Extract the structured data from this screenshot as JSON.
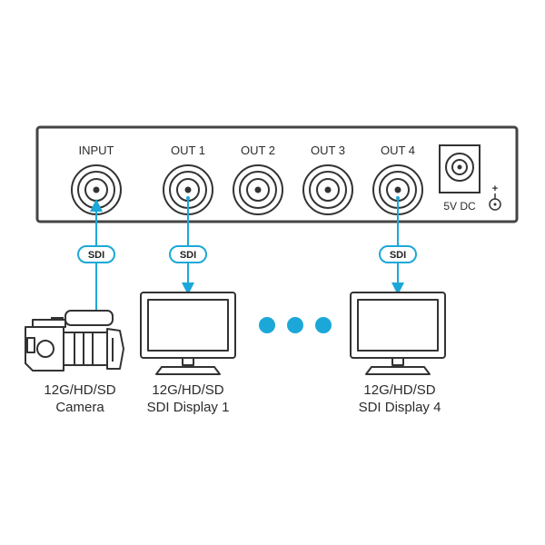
{
  "device": {
    "ports": [
      {
        "label": "INPUT"
      },
      {
        "label": "OUT 1"
      },
      {
        "label": "OUT 2"
      },
      {
        "label": "OUT 3"
      },
      {
        "label": "OUT 4"
      }
    ],
    "power_label": "5V DC",
    "polarity_symbol": "+"
  },
  "connections": [
    {
      "badge": "SDI"
    },
    {
      "badge": "SDI"
    },
    {
      "badge": "SDI"
    }
  ],
  "devices": {
    "camera": {
      "line1": "12G/HD/SD",
      "line2": "Camera"
    },
    "display1": {
      "line1": "12G/HD/SD",
      "line2": "SDI Display 1"
    },
    "display4": {
      "line1": "12G/HD/SD",
      "line2": "SDI Display 4"
    }
  },
  "colors": {
    "accent": "#1ba8d8",
    "panel_outline": "#444444",
    "device_outline": "#333333"
  }
}
